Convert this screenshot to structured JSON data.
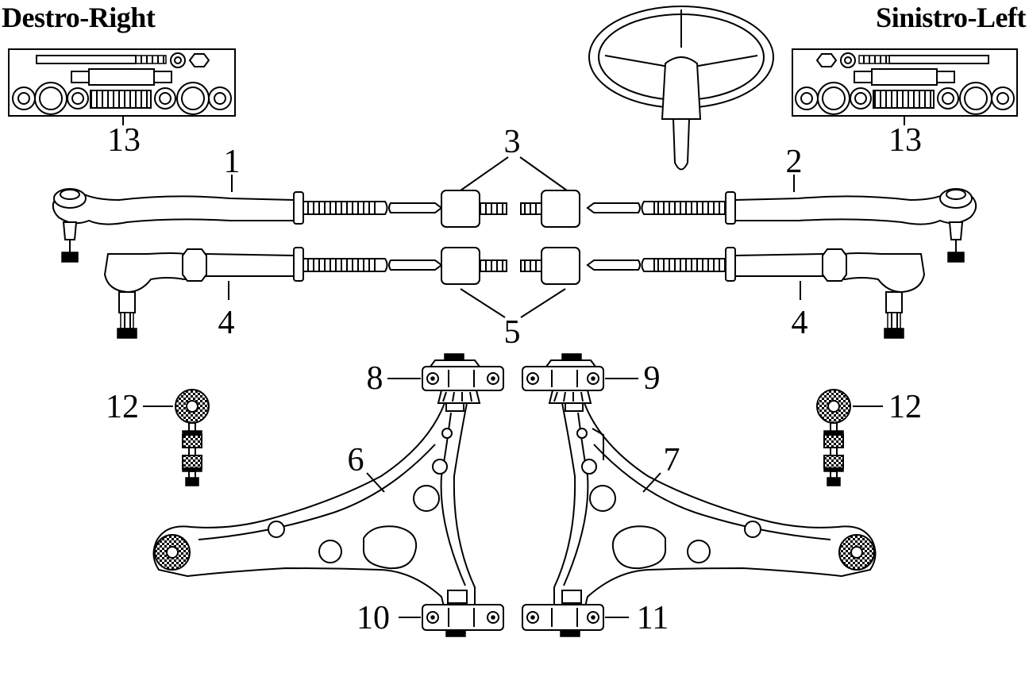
{
  "header": {
    "title_right_side": "Destro-Right",
    "title_left_side": "Sinistro-Left"
  },
  "callouts": {
    "tie_rod_right": "1",
    "tie_rod_left": "2",
    "inner_joints_upper": "3",
    "tie_rod_end_right": "4",
    "tie_rod_end_left": "4",
    "inner_joints_lower": "5",
    "control_arm_right": "6",
    "control_arm_left": "7",
    "bushing_front_right": "8",
    "bushing_front_left": "9",
    "bushing_rear_right": "10",
    "bushing_rear_left": "11",
    "stabilizer_link_right": "12",
    "stabilizer_link_left": "12",
    "hardware_kit_right": "13",
    "hardware_kit_left": "13"
  }
}
